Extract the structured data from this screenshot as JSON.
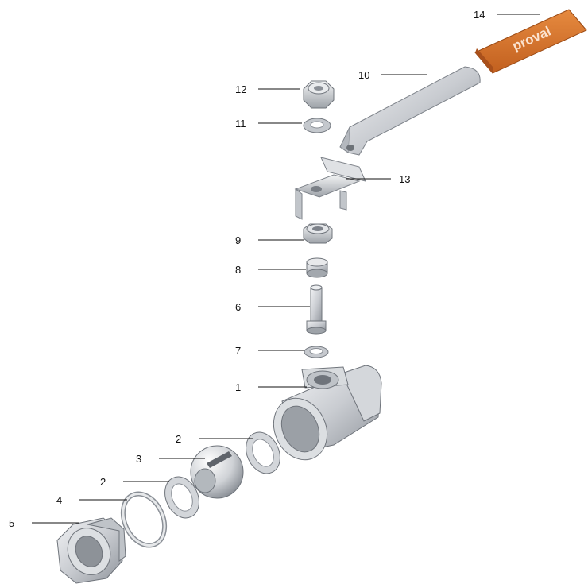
{
  "diagram": {
    "callouts": [
      {
        "id": "callout-14",
        "label": "14"
      },
      {
        "id": "callout-10",
        "label": "10"
      },
      {
        "id": "callout-12",
        "label": "12"
      },
      {
        "id": "callout-11",
        "label": "11"
      },
      {
        "id": "callout-13",
        "label": "13"
      },
      {
        "id": "callout-9",
        "label": "9"
      },
      {
        "id": "callout-8",
        "label": "8"
      },
      {
        "id": "callout-6",
        "label": "6"
      },
      {
        "id": "callout-7",
        "label": "7"
      },
      {
        "id": "callout-1",
        "label": "1"
      },
      {
        "id": "callout-2a",
        "label": "2"
      },
      {
        "id": "callout-3",
        "label": "3"
      },
      {
        "id": "callout-2b",
        "label": "2"
      },
      {
        "id": "callout-4",
        "label": "4"
      },
      {
        "id": "callout-5",
        "label": "5"
      }
    ],
    "brand_text": "proval",
    "colors": {
      "metal": "#c9ccd1",
      "metal_dark": "#8c9096",
      "sleeve": "#d9772f",
      "ink": "#111111"
    }
  }
}
